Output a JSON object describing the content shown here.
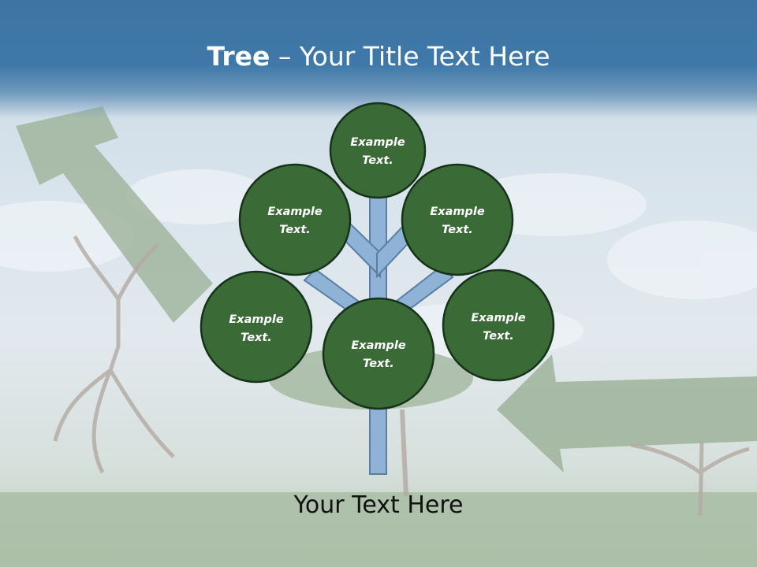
{
  "title": {
    "bold": "Tree",
    "separator": " – ",
    "rest": "Your Title Text Here"
  },
  "nodes": [
    {
      "line1": "Example",
      "line2": "Text."
    },
    {
      "line1": "Example",
      "line2": "Text."
    },
    {
      "line1": "Example",
      "line2": "Text."
    },
    {
      "line1": "Example",
      "line2": "Text."
    },
    {
      "line1": "Example",
      "line2": "Text."
    },
    {
      "line1": "Example",
      "line2": "Text."
    }
  ],
  "caption": "Your Text Here",
  "colors": {
    "header": "#3f79a9",
    "node_fill": "#3a6b37",
    "node_stroke": "#16331a",
    "branch_fill": "#8fb3d6",
    "branch_stroke": "#5b7fa3"
  }
}
